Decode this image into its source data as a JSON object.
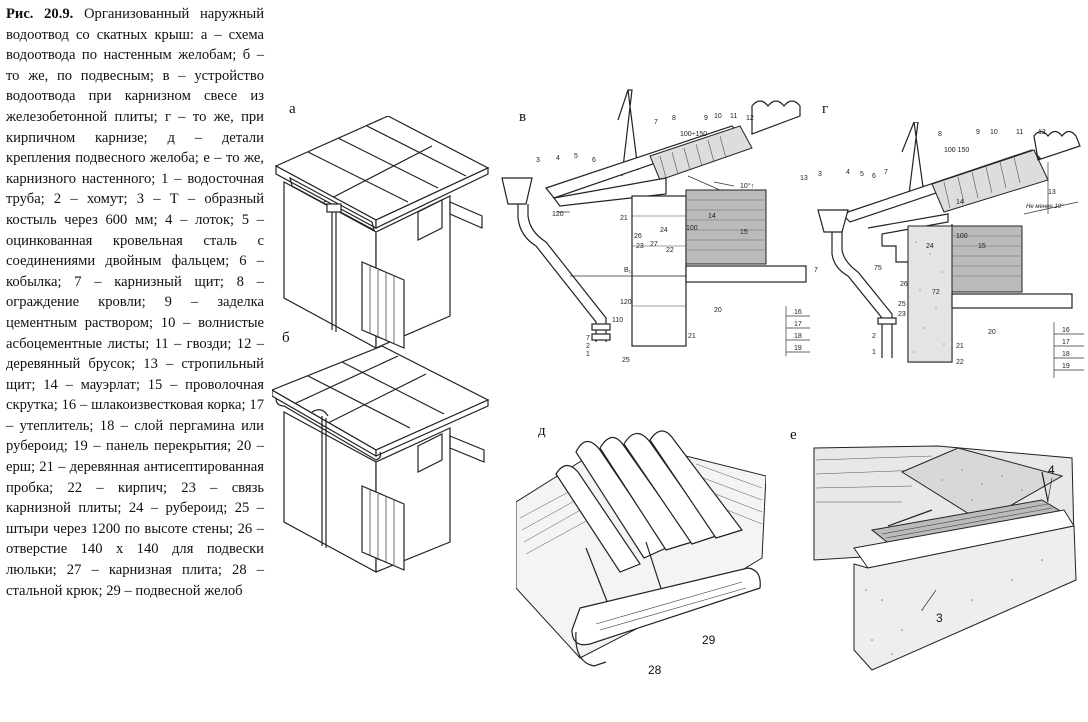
{
  "caption": {
    "title": "Рис. 20.9.",
    "text": " Организованный наружный водоотвод со скатных крыш: а – схема водоотвода по настенным желобам; б – то же, по подвесным; в – устройство водоотвода при карнизном свесе из железобетонной плиты; г – то же, при кирпичном карнизе; д – детали крепления подвесного желоба; е – то же, карнизного настенного; 1 – водосточная труба; 2 – хомут; 3 – Т – образный костыль через 600 мм; 4 – лоток; 5 – оцинкованная кровельная сталь с соединениями двойным фальцем; 6 – кобылка; 7 – карнизный щит; 8 – ограждение кровли; 9 – заделка цементным раствором; 10 – волнистые асбоцементные листы; 11 – гвозди; 12 – деревянный брусок; 13 – стропильный щит; 14 – мауэрлат; 15 – проволочная скрутка; 16 – шлакоизвестковая корка; 17 – утеплитель; 18 – слой пергамина или рубероид; 19 – панель перекрытия; 20 – ерш; 21 – деревянная антисептированная пробка; 22 – кирпич; 23 – связь карнизной плиты; 24 – рубероид; 25 – штыри через 1200 по высоте стены; 26 – отверстие 140 х 140 для подвески люльки; 27 – карнизная плита; 28 – стальной крюк; 29 – подвесной желоб"
  },
  "panels": {
    "a": "а",
    "b": "б",
    "v": "в",
    "g": "г",
    "d": "д",
    "e": "е"
  },
  "v_labels": {
    "n3": "3",
    "n4": "4",
    "n5": "5",
    "n6": "6",
    "n7": "7",
    "n8": "8",
    "n9": "9",
    "n10": "10",
    "n11": "11",
    "n12": "12",
    "n13": "13",
    "n14": "14",
    "n15": "15",
    "n16": "16",
    "n17": "17",
    "n18": "18",
    "n19": "19",
    "n20": "20",
    "n21": "21",
    "n21b": "21",
    "n22": "22",
    "n23": "23",
    "n24": "24",
    "n25": "25",
    "n26": "26",
    "n27": "27",
    "n2": "2",
    "n1": "1",
    "n7b": "7",
    "d1": "100÷150",
    "d2": "120",
    "d3": "120",
    "d4": "100",
    "d5": "10°↑",
    "d6": "B₁",
    "d7": "110"
  },
  "g_labels": {
    "n3": "3",
    "n4": "4",
    "n5": "5",
    "n6": "6",
    "n7": "7",
    "n8": "8",
    "n9": "9",
    "n10": "10",
    "n11": "11",
    "n12": "12",
    "n13": "13",
    "n14": "14",
    "n15": "15",
    "n16": "16",
    "n17": "17",
    "n18": "18",
    "n19": "19",
    "n20": "20",
    "n21": "21",
    "n22": "22",
    "n23": "23",
    "n24": "24",
    "n25": "25",
    "n26": "26",
    "n2": "2",
    "n1": "1",
    "n7b": "7",
    "d1": "100 150",
    "d2": "100",
    "d3": "Не менее 19°",
    "d4": "75",
    "d5": "72"
  },
  "d_labels": {
    "n28": "28",
    "n29": "29"
  },
  "e_labels": {
    "n3": "3",
    "n4": "4"
  }
}
